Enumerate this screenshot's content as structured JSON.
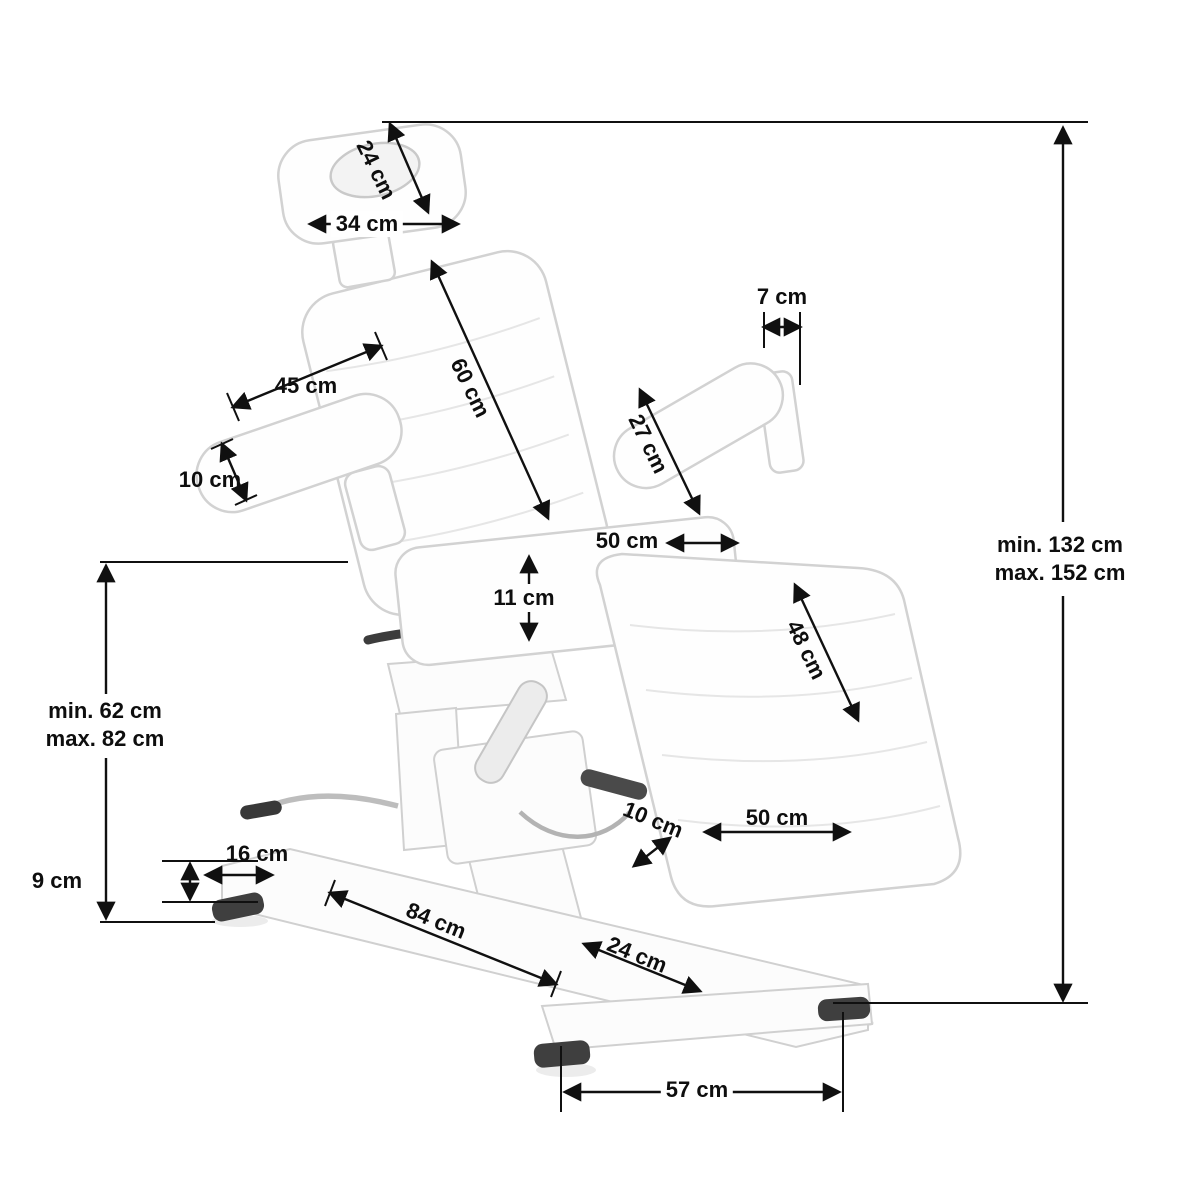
{
  "diagram": {
    "colors": {
      "dimension_line": "#101010",
      "chair_outline": "#d2d2d2",
      "background": "#ffffff"
    },
    "dimensions": {
      "headrest_depth": "24 cm",
      "headrest_width": "34 cm",
      "backrest_length": "60 cm",
      "armrest_width": "7 cm",
      "armrest_length_left": "45 cm",
      "armrest_thickness": "10 cm",
      "armrest_length_right": "27 cm",
      "seat_width": "50 cm",
      "seat_cushion_thickness": "11 cm",
      "legrest_length": "48 cm",
      "overall_height_min": "min. 132 cm",
      "overall_height_max": "max. 152 cm",
      "seat_height_min": "min. 62 cm",
      "seat_height_max": "max. 82 cm",
      "base_height": "9 cm",
      "base_foot_depth": "16 cm",
      "base_length": "84 cm",
      "base_width": "24 cm",
      "legrest_thickness": "10 cm",
      "legrest_width": "50 cm",
      "feet_span": "57 cm"
    }
  }
}
